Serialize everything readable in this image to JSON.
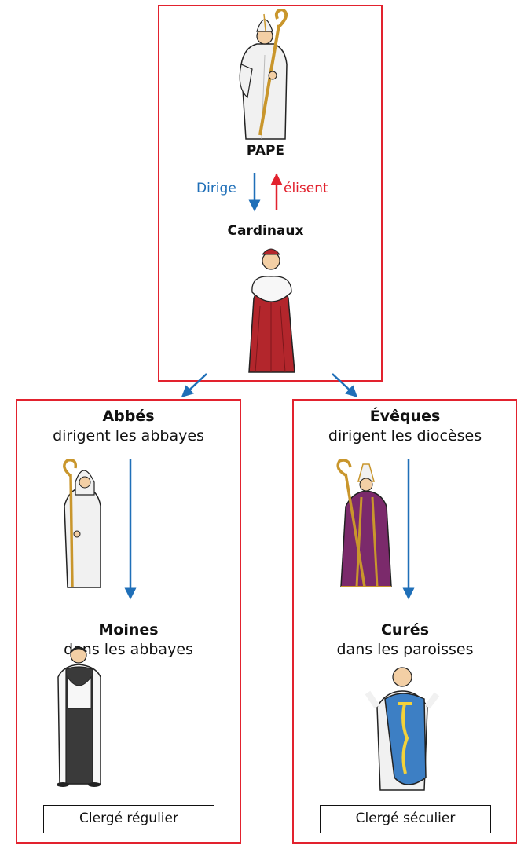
{
  "diagram": {
    "top": {
      "pope_label": "PAPE",
      "cardinals_label": "Cardinaux",
      "down_arrow_label": "Dirige",
      "up_arrow_label": "élisent"
    },
    "left": {
      "head_title": "Abbés",
      "head_subtitle": "dirigent les abbayes",
      "member_title": "Moines",
      "member_subtitle": "dans les abbayes",
      "footer": "Clergé régulier"
    },
    "right": {
      "head_title": "Évêques",
      "head_subtitle": "dirigent les diocèses",
      "member_title": "Curés",
      "member_subtitle": "dans les paroisses",
      "footer": "Clergé séculier"
    }
  },
  "colors": {
    "frame": "#e2222e",
    "down_arrow": "#1f6fb8",
    "up_arrow": "#e2222e",
    "cardinal_robe": "#b3262c",
    "bishop_robe": "#7b2a6b",
    "priest_chasuble": "#3d7fc4",
    "monk_scapular": "#3a3a3a",
    "vestment_white": "#f1f1f1",
    "gold": "#c9962c"
  }
}
